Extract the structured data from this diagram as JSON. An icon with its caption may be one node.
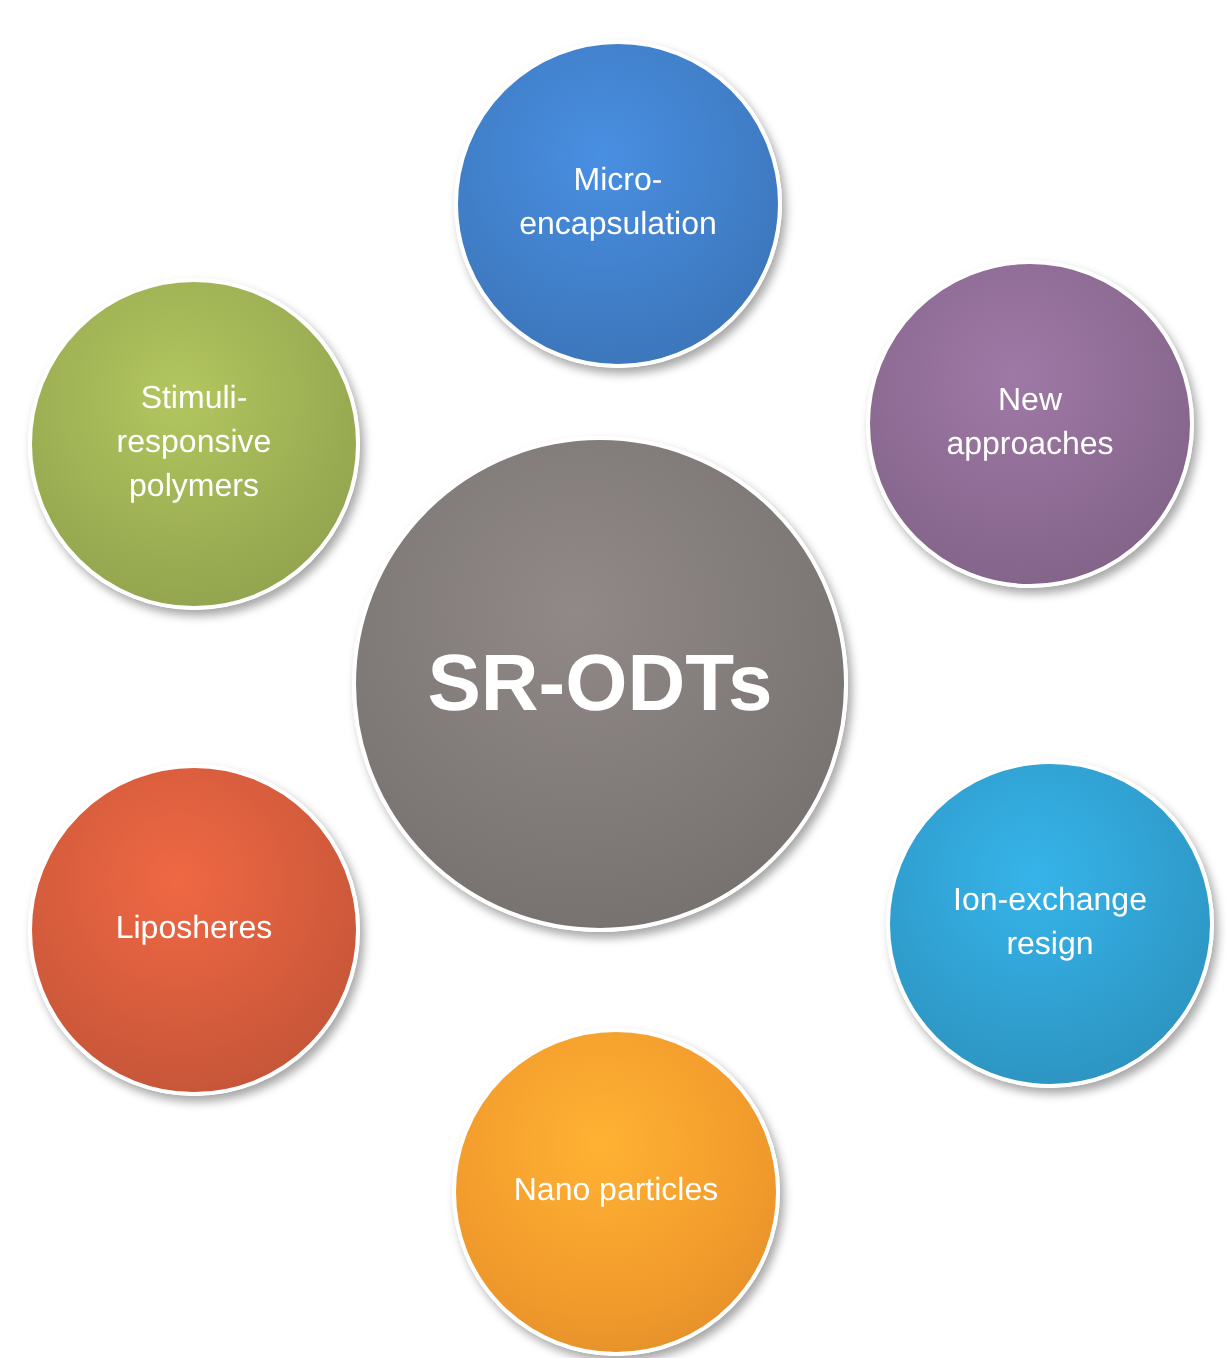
{
  "diagram": {
    "nodes": [
      {
        "text": [
          "SR-ODTs"
        ]
      },
      {
        "text": [
          "Micro-encapsulation"
        ]
      },
      {
        "text": [
          "New approaches"
        ]
      },
      {
        "text": [
          "Ion-exchange resign"
        ]
      },
      {
        "text": [
          "Nano particles"
        ]
      },
      {
        "text": [
          "Liposheres"
        ]
      },
      {
        "text": [
          "Stimuli-responsive polymers"
        ]
      }
    ]
  }
}
